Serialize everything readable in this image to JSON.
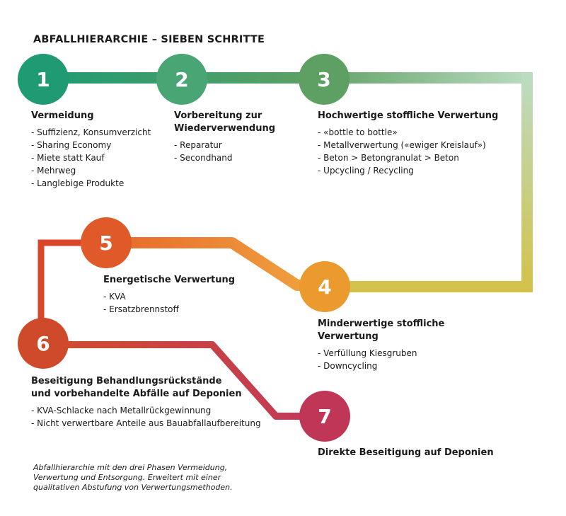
{
  "title": "ABFALLHIERARCHIE – SIEBEN SCHRITTE",
  "colors": {
    "step1": "#1f9a73",
    "step2": "#4aa575",
    "step3": "#5ea064",
    "step4": "#eb9a2e",
    "step5": "#df5a28",
    "step6": "#cf4a2a",
    "step7": "#bf3656",
    "track_top_start": "#1f9a73",
    "track_top_end": "#bcdcc2",
    "track_right_end": "#d3c24a",
    "track_mid_start": "#e7682a",
    "track_mid_end": "#f0a540",
    "track_left": "#d9472a",
    "track_bottom_start": "#cf4e2c",
    "track_bottom_end": "#c2385a"
  },
  "steps": [
    {
      "number": "1",
      "heading_lines": [
        "Vermeidung"
      ],
      "items": [
        "Suffizienz, Konsumverzicht",
        "Sharing Economy",
        "Miete statt Kauf",
        "Mehrweg",
        "Langlebige Produkte"
      ]
    },
    {
      "number": "2",
      "heading_lines": [
        "Vorbereitung zur",
        "Wiederverwendung"
      ],
      "items": [
        "Reparatur",
        "Secondhand"
      ]
    },
    {
      "number": "3",
      "heading_lines": [
        "Hochwertige stoffliche Verwertung"
      ],
      "items": [
        "«bottle to bottle»",
        "Metallverwertung («ewiger Kreislauf»)",
        "Beton > Betongranulat > Beton",
        "Upcycling / Recycling"
      ]
    },
    {
      "number": "4",
      "heading_lines": [
        "Minderwertige stoffliche",
        "Verwertung"
      ],
      "items": [
        "Verfüllung Kiesgruben",
        "Downcycling"
      ]
    },
    {
      "number": "5",
      "heading_lines": [
        "Energetische Verwertung"
      ],
      "items": [
        "KVA",
        "Ersatzbrennstoff"
      ]
    },
    {
      "number": "6",
      "heading_lines": [
        "Beseitigung Behandlungsrückstände",
        "und vorbehandelte Abfälle auf Deponien"
      ],
      "items": [
        "KVA-Schlacke nach Metallrückgewinnung",
        "Nicht verwertbare Anteile aus Bauabfallaufbereitung"
      ]
    },
    {
      "number": "7",
      "heading_lines": [
        "Direkte Beseitigung auf Deponien"
      ],
      "items": []
    }
  ],
  "caption_lines": [
    "Abfallhierarchie mit den drei Phasen Vermeidung,",
    "Verwertung und Entsorgung. Erweitert mit einer",
    "qualitativen Abstufung von Verwertungsmethoden."
  ]
}
